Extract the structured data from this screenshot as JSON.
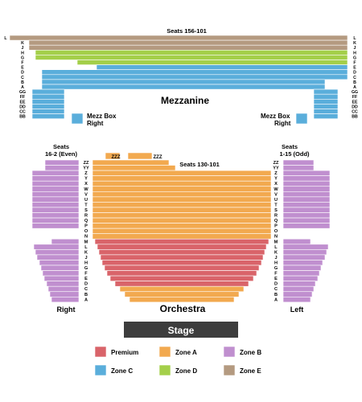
{
  "title_top": "Seats 156-101",
  "colors": {
    "premium": "#d9646a",
    "zone_a": "#f2a94f",
    "zone_b": "#c08fcf",
    "zone_c": "#5aaedb",
    "zone_d": "#a4cf4a",
    "zone_e": "#b49a80",
    "stage": "#3d3d3d"
  },
  "mezzanine": {
    "label": "Mezzanine",
    "rows_left": [
      "L",
      "K",
      "J",
      "H",
      "G",
      "F",
      "E",
      "D",
      "C",
      "B",
      "A",
      "GG",
      "FF",
      "EE",
      "DD",
      "CC",
      "BB"
    ],
    "rows_right": [
      "L",
      "K",
      "J",
      "H",
      "G",
      "F",
      "E",
      "D",
      "C",
      "B",
      "A",
      "GG",
      "FF",
      "EE",
      "DD",
      "CC",
      "BB"
    ],
    "box_right_label_1": "Mezz Box",
    "box_right_label_2": "Right",
    "box_left_label_1": "Mezz Box",
    "box_left_label_2": "Right"
  },
  "orchestra": {
    "label": "Orchestra",
    "center_seats_label": "Seats 130-101",
    "left_seats_label_1": "Seats",
    "left_seats_label_2": "16-2 (Even)",
    "right_seats_label_1": "Seats",
    "right_seats_label_2": "1-15 (Odd)",
    "zzz_left": "ZZZ",
    "zzz_right": "ZZZ",
    "rows": [
      "ZZ",
      "YY",
      "Z",
      "Y",
      "X",
      "W",
      "V",
      "U",
      "T",
      "S",
      "R",
      "Q",
      "P",
      "O",
      "N",
      "M",
      "L",
      "K",
      "J",
      "H",
      "G",
      "F",
      "E",
      "D",
      "C",
      "B",
      "A"
    ],
    "side_left_label": "Right",
    "side_right_label": "Left"
  },
  "stage": {
    "label": "Stage"
  },
  "legend": [
    {
      "label": "Premium",
      "color": "#d9646a"
    },
    {
      "label": "Zone A",
      "color": "#f2a94f"
    },
    {
      "label": "Zone B",
      "color": "#c08fcf"
    },
    {
      "label": "Zone C",
      "color": "#5aaedb"
    },
    {
      "label": "Zone D",
      "color": "#a4cf4a"
    },
    {
      "label": "Zone E",
      "color": "#b49a80"
    }
  ]
}
